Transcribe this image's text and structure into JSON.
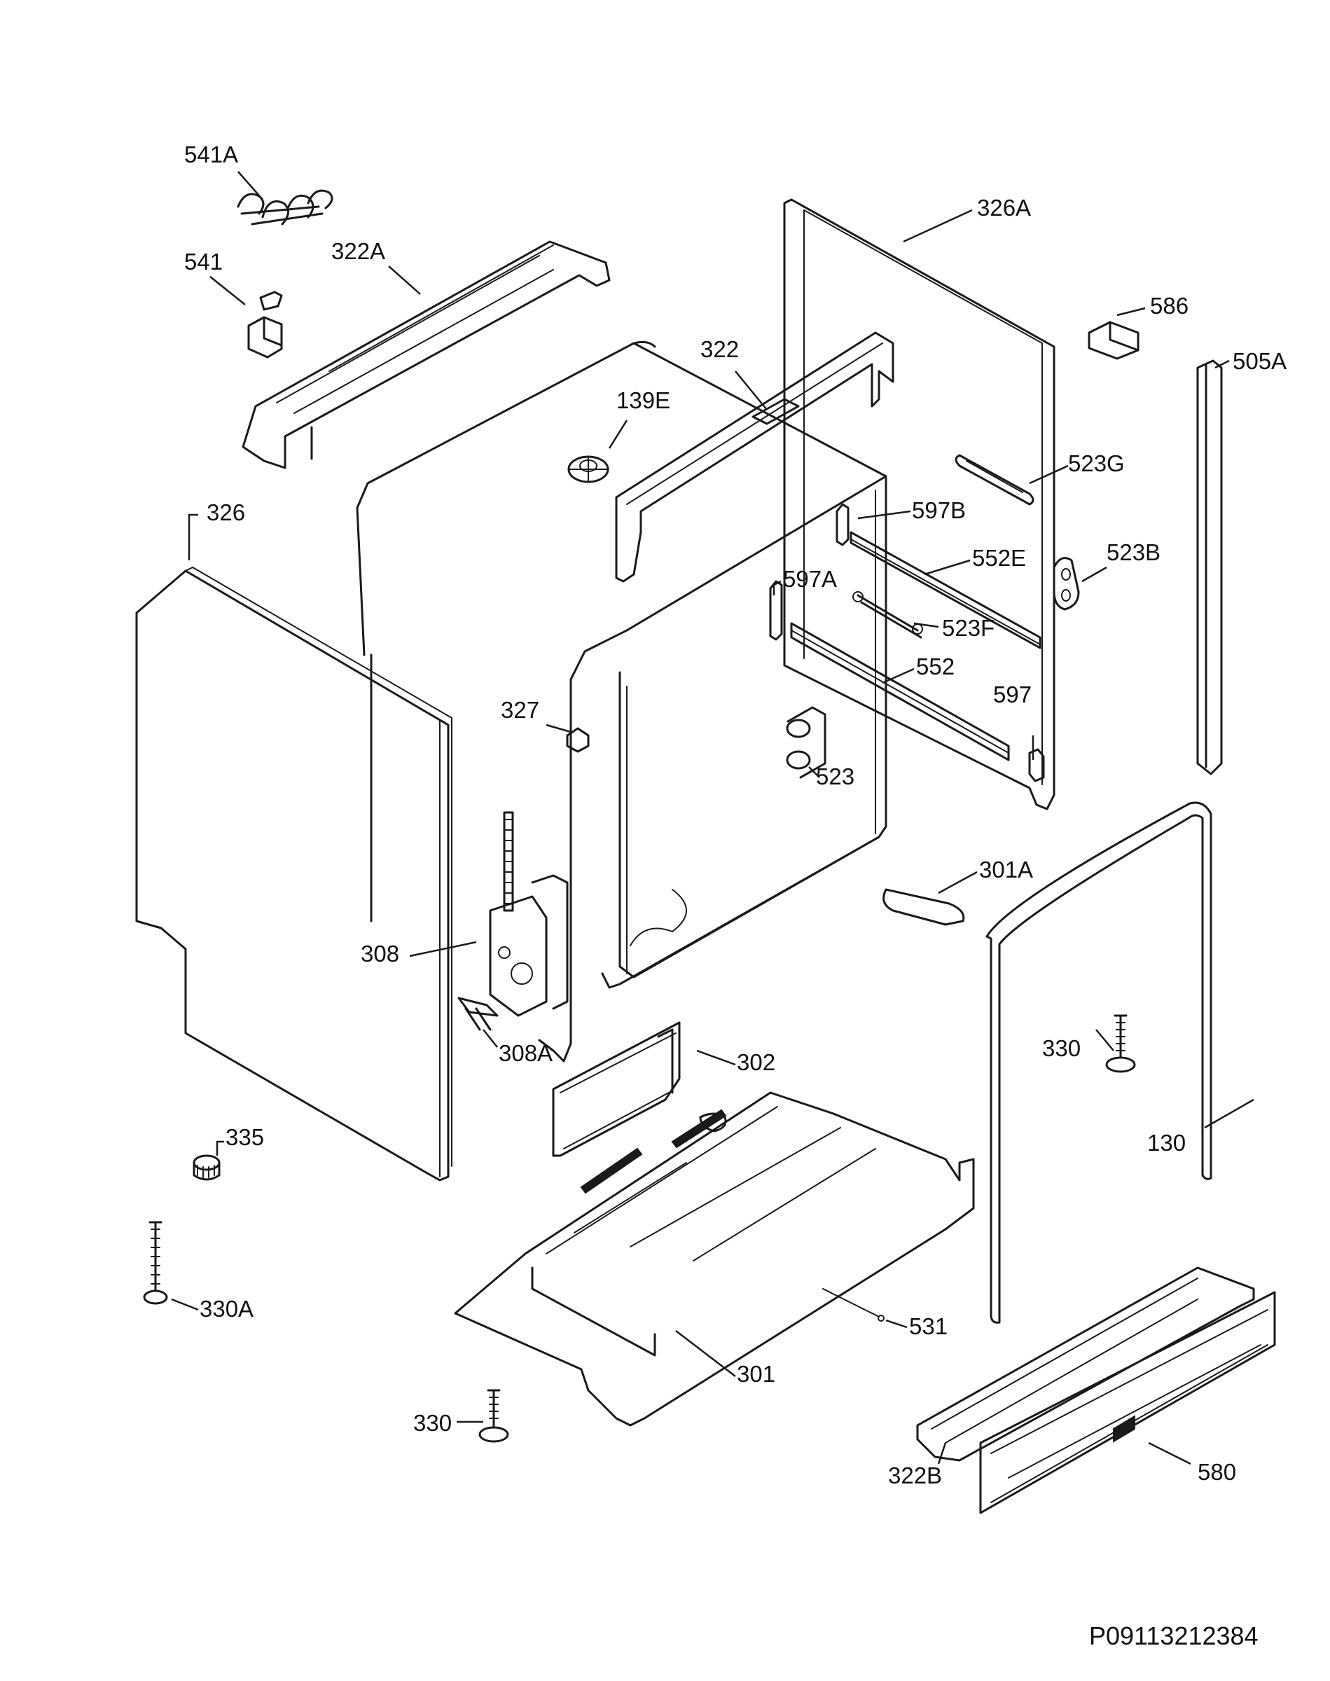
{
  "diagram": {
    "doc_code": "P09113212384",
    "callouts": [
      {
        "id": "541A",
        "text": "541A"
      },
      {
        "id": "541",
        "text": "541"
      },
      {
        "id": "322A",
        "text": "322A"
      },
      {
        "id": "326A",
        "text": "326A"
      },
      {
        "id": "586",
        "text": "586"
      },
      {
        "id": "505A",
        "text": "505A"
      },
      {
        "id": "322",
        "text": "322"
      },
      {
        "id": "139E",
        "text": "139E"
      },
      {
        "id": "523G",
        "text": "523G"
      },
      {
        "id": "326",
        "text": "326"
      },
      {
        "id": "597B",
        "text": "597B"
      },
      {
        "id": "552E",
        "text": "552E"
      },
      {
        "id": "523B",
        "text": "523B"
      },
      {
        "id": "597A",
        "text": "597A"
      },
      {
        "id": "523F",
        "text": "523F"
      },
      {
        "id": "552",
        "text": "552"
      },
      {
        "id": "597",
        "text": "597"
      },
      {
        "id": "327",
        "text": "327"
      },
      {
        "id": "523",
        "text": "523"
      },
      {
        "id": "301A",
        "text": "301A"
      },
      {
        "id": "308",
        "text": "308"
      },
      {
        "id": "308A",
        "text": "308A"
      },
      {
        "id": "302",
        "text": "302"
      },
      {
        "id": "330a",
        "text": "330"
      },
      {
        "id": "130",
        "text": "130"
      },
      {
        "id": "335",
        "text": "335"
      },
      {
        "id": "330A",
        "text": "330A"
      },
      {
        "id": "531",
        "text": "531"
      },
      {
        "id": "301",
        "text": "301"
      },
      {
        "id": "330b",
        "text": "330"
      },
      {
        "id": "322B",
        "text": "322B"
      },
      {
        "id": "580",
        "text": "580"
      }
    ]
  }
}
